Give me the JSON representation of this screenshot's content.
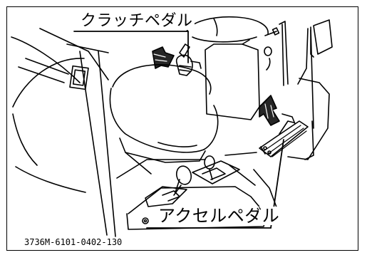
{
  "labels": {
    "clutch_pedal": "クラッチペダル",
    "accelerator_pedal": "アクセルペダル"
  },
  "figure_code": "3736M-6101-0402-130",
  "colors": {
    "line": "#000000",
    "background": "#ffffff"
  }
}
